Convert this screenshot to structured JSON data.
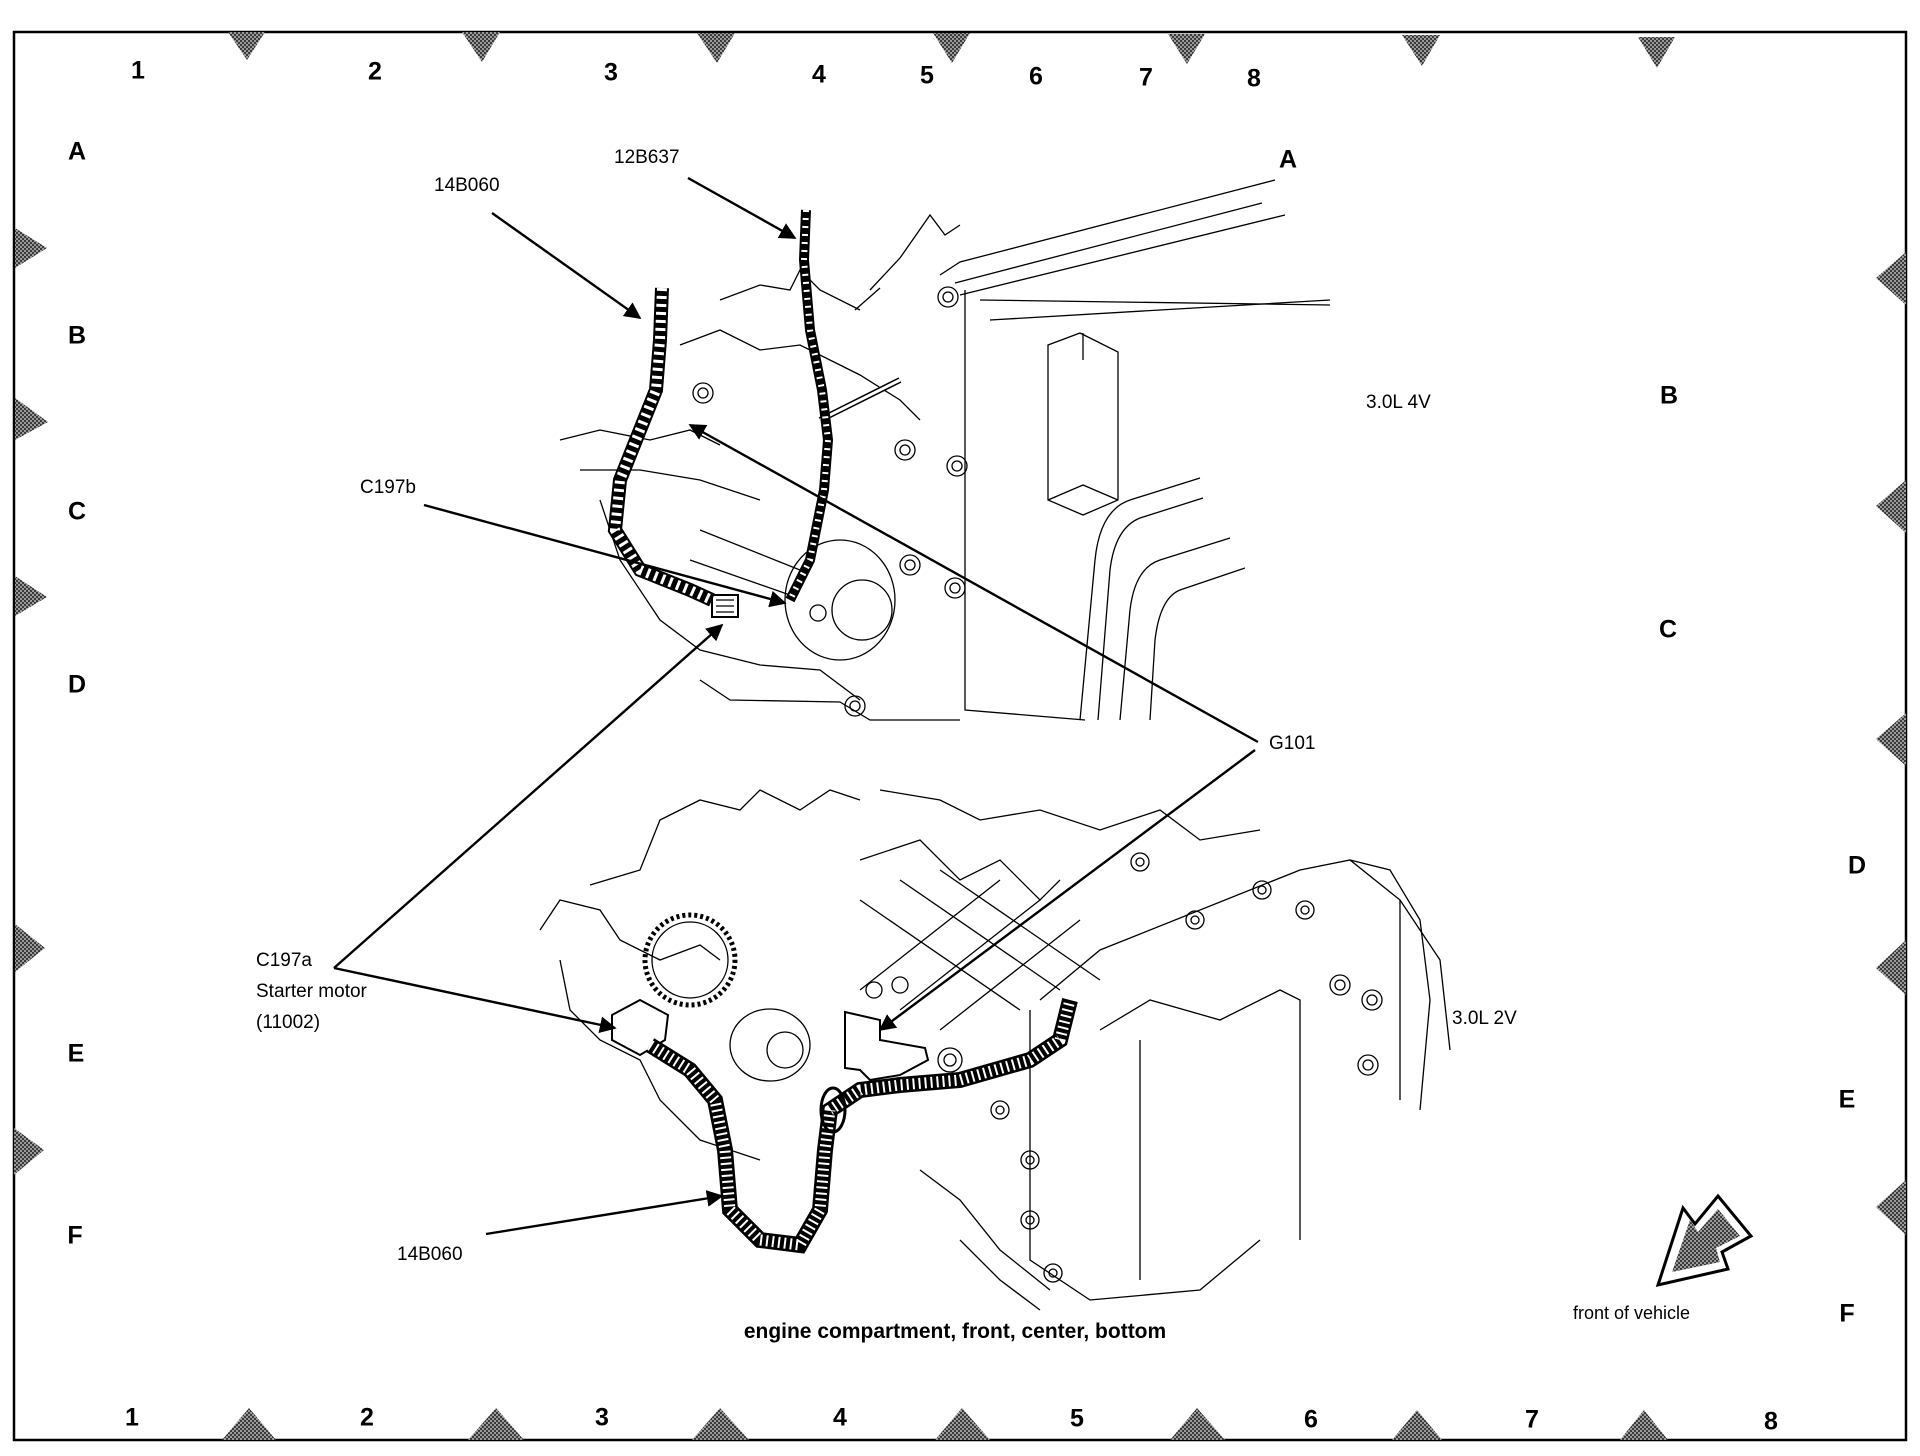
{
  "diagram": {
    "caption": "engine compartment, front, center, bottom",
    "grid": {
      "columns": [
        "1",
        "2",
        "3",
        "4",
        "5",
        "6",
        "7",
        "8"
      ],
      "rows": [
        "A",
        "B",
        "C",
        "D",
        "E",
        "F"
      ]
    },
    "views": [
      {
        "id": "upper",
        "engine_label": "3.0L 4V"
      },
      {
        "id": "lower",
        "engine_label": "3.0L 2V"
      }
    ],
    "callouts": {
      "harness_upper": "14B060",
      "battery_cable": "12B637",
      "c197b": "C197b",
      "g101": "G101",
      "c197a_lines": [
        "C197a",
        "Starter motor",
        "(11002)"
      ],
      "harness_lower": "14B060"
    },
    "orientation": {
      "icon": "front-of-vehicle-arrow",
      "label": "front of vehicle"
    },
    "colors": {
      "line": "#000000",
      "marker_fill": "#7a7a7a",
      "background": "#ffffff"
    }
  }
}
